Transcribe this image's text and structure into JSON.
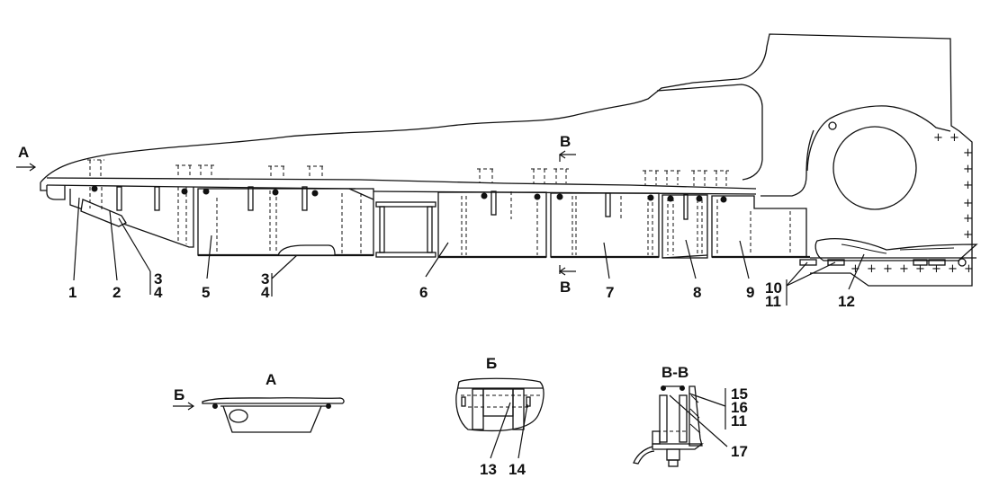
{
  "drawing": {
    "type": "technical assembly drawing",
    "main_view": {
      "direction_arrow_label": "A",
      "section_marker_top": "В",
      "section_marker_bottom": "В",
      "callouts": [
        {
          "id": "c1",
          "text": "1"
        },
        {
          "id": "c2",
          "text": "2"
        },
        {
          "id": "c34a_top",
          "text": "3"
        },
        {
          "id": "c34a_bottom",
          "text": "4"
        },
        {
          "id": "c5",
          "text": "5"
        },
        {
          "id": "c34b_top",
          "text": "3"
        },
        {
          "id": "c34b_bottom",
          "text": "4"
        },
        {
          "id": "c6",
          "text": "6"
        },
        {
          "id": "c7",
          "text": "7"
        },
        {
          "id": "c8",
          "text": "8"
        },
        {
          "id": "c9",
          "text": "9"
        },
        {
          "id": "c1011_top",
          "text": "10"
        },
        {
          "id": "c1011_bottom",
          "text": "11"
        },
        {
          "id": "c12",
          "text": "12"
        }
      ]
    },
    "view_a": {
      "title": "А",
      "direction_arrow_label": "Б"
    },
    "view_b": {
      "title": "Б",
      "callouts": [
        {
          "id": "c13",
          "text": "13"
        },
        {
          "id": "c14",
          "text": "14"
        }
      ]
    },
    "section_vv": {
      "title": "В-В",
      "callouts": [
        {
          "id": "c15",
          "text": "15"
        },
        {
          "id": "c16",
          "text": "16"
        },
        {
          "id": "c11",
          "text": "11"
        },
        {
          "id": "c17",
          "text": "17"
        }
      ]
    }
  }
}
